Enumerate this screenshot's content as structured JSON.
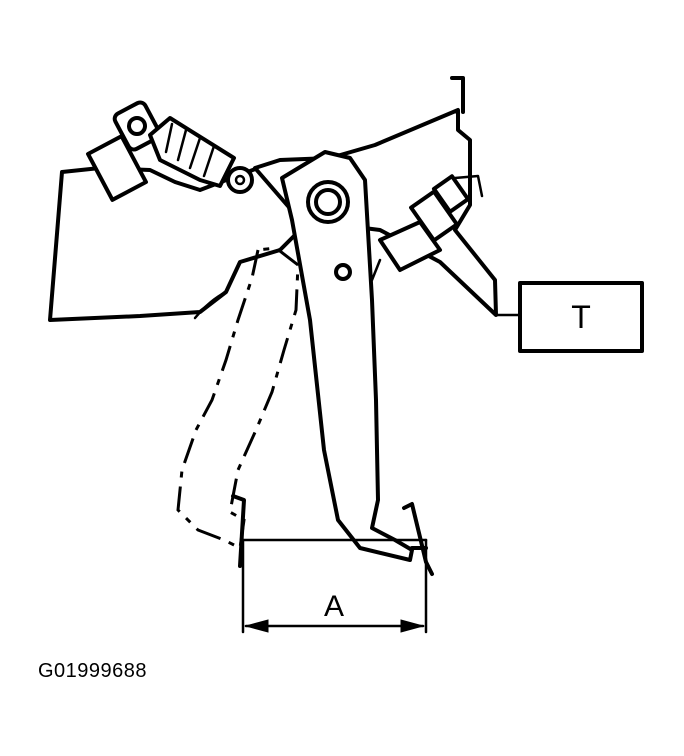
{
  "diagram": {
    "label_t": "T",
    "label_a": "A"
  },
  "figure_id": "G01999688",
  "colors": {
    "ink": "#000000",
    "background": "#ffffff"
  }
}
